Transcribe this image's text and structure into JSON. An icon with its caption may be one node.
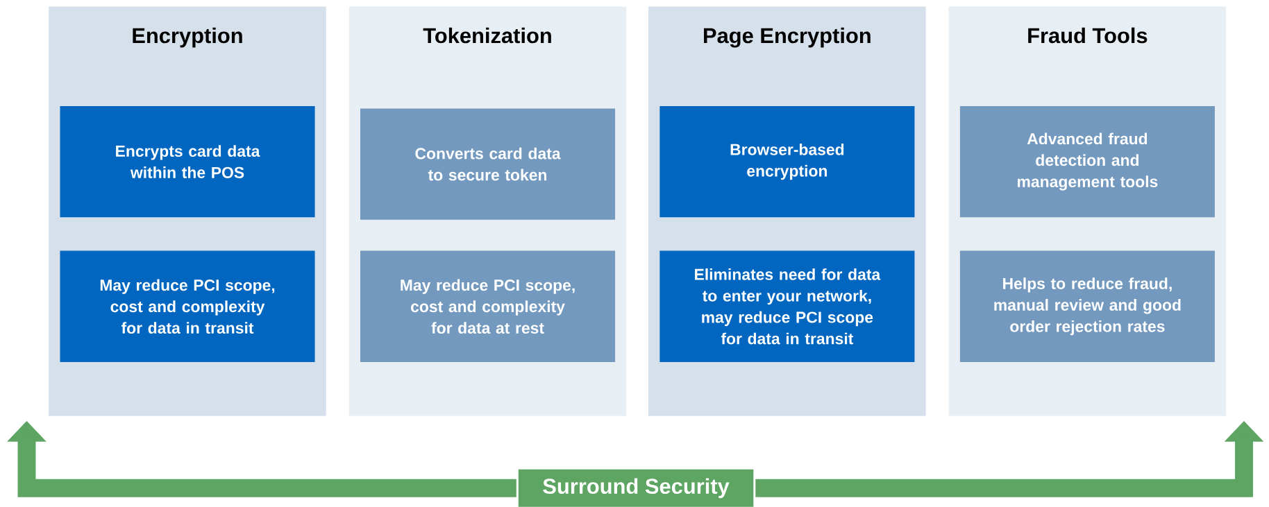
{
  "diagram": {
    "nodes": [
      {
        "text": [
          "Encryption"
        ]
      },
      {
        "text": [
          "Tokenization"
        ]
      },
      {
        "text": [
          "Page Encryption"
        ]
      },
      {
        "text": [
          "Fraud Tools"
        ]
      },
      {
        "text": [
          "Encrypts card data within the POS"
        ],
        "in": 0
      },
      {
        "text": [
          "May reduce PCI scope, cost and complexity for data in transit"
        ],
        "in": 0
      },
      {
        "text": [
          "Converts card data to secure token"
        ],
        "in": 1
      },
      {
        "text": [
          "May reduce PCI scope, cost and complexity for data at rest"
        ],
        "in": 1
      },
      {
        "text": [
          "Browser-based encryption"
        ],
        "in": 2
      },
      {
        "text": [
          "Eliminates need for data to enter your network, may reduce PCI scope for data in transit"
        ],
        "in": 2
      },
      {
        "text": [
          "Advanced fraud detection and management tools"
        ],
        "in": 3
      },
      {
        "text": [
          "Helps to reduce fraud, manual review and good order rejection rates"
        ],
        "in": 3
      },
      {
        "text": [
          "Surround Security"
        ]
      }
    ],
    "edges": [
      {
        "from": 12,
        "to": 0,
        "arrow": "to"
      },
      {
        "from": 12,
        "to": 3,
        "arrow": "to"
      }
    ]
  }
}
